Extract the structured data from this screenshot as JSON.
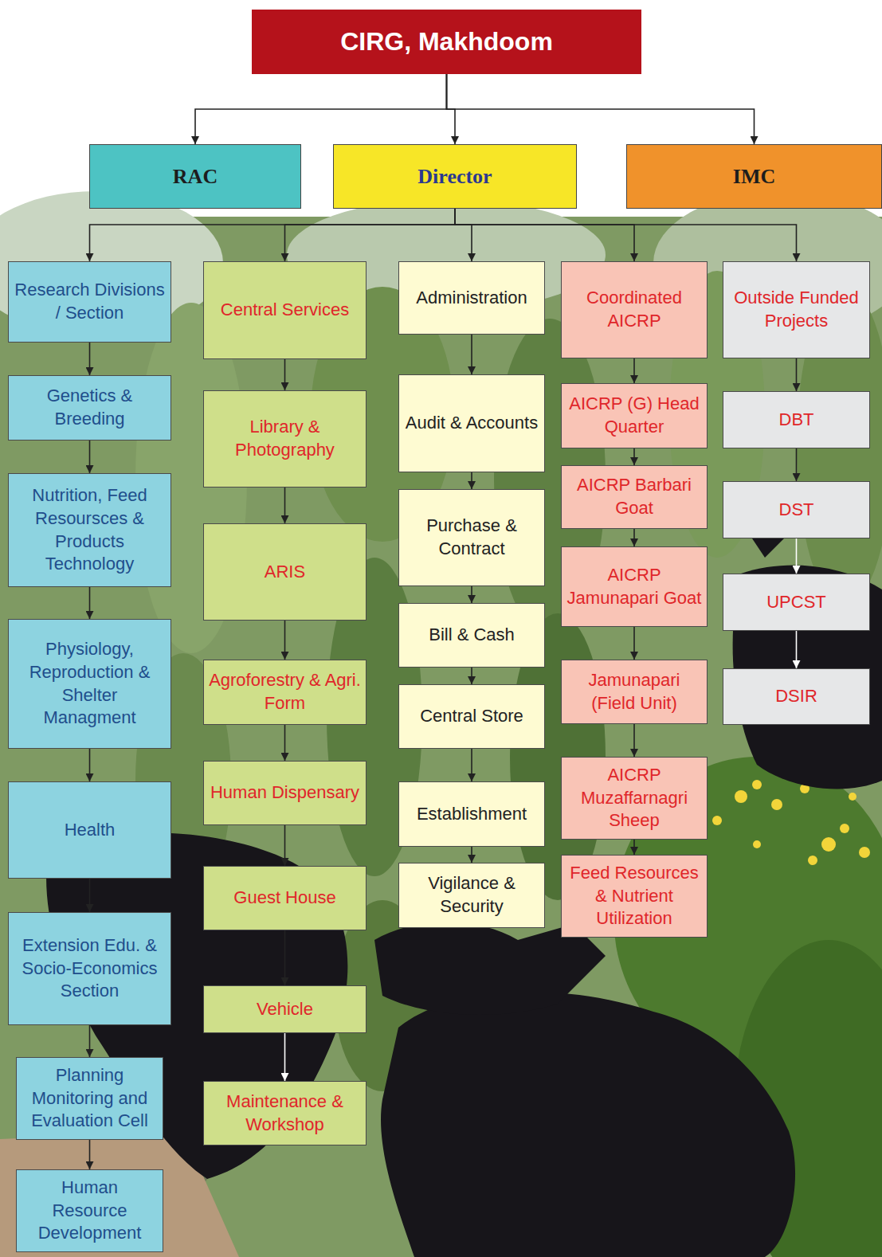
{
  "diagram": {
    "nodes": [
      {
        "text": [
          "CIRG, Makhdoom"
        ]
      },
      {
        "text": [
          "RAC"
        ]
      },
      {
        "text": [
          "Director"
        ]
      },
      {
        "text": [
          "IMC"
        ]
      },
      {
        "text": [
          "Research Divisions / Section"
        ]
      },
      {
        "text": [
          "Genetics & Breeding"
        ]
      },
      {
        "text": [
          "Nutrition, Feed Resoursces & Products Technology"
        ]
      },
      {
        "text": [
          "Physiology, Reproduction & Shelter Managment"
        ]
      },
      {
        "text": [
          "Health"
        ]
      },
      {
        "text": [
          "Extension Edu. & Socio-Economics Section"
        ]
      },
      {
        "text": [
          "Planning Monitoring and Evaluation Cell"
        ]
      },
      {
        "text": [
          "Human Resource Development"
        ]
      },
      {
        "text": [
          "Central Services"
        ]
      },
      {
        "text": [
          "Library & Photography"
        ]
      },
      {
        "text": [
          "ARIS"
        ]
      },
      {
        "text": [
          "Agroforestry & Agri. Form"
        ]
      },
      {
        "text": [
          "Human Dispensary"
        ]
      },
      {
        "text": [
          "Guest House"
        ]
      },
      {
        "text": [
          "Vehicle"
        ]
      },
      {
        "text": [
          "Maintenance & Workshop"
        ]
      },
      {
        "text": [
          "Administration"
        ]
      },
      {
        "text": [
          "Audit & Accounts"
        ]
      },
      {
        "text": [
          "Purchase & Contract"
        ]
      },
      {
        "text": [
          "Bill & Cash"
        ]
      },
      {
        "text": [
          "Central Store"
        ]
      },
      {
        "text": [
          "Establishment"
        ]
      },
      {
        "text": [
          "Vigilance & Security"
        ]
      },
      {
        "text": [
          "Coordinated AICRP"
        ]
      },
      {
        "text": [
          "AICRP (G) Head Quarter"
        ]
      },
      {
        "text": [
          "AICRP Barbari Goat"
        ]
      },
      {
        "text": [
          "AICRP Jamunapari Goat"
        ]
      },
      {
        "text": [
          "Jamunapari (Field Unit)"
        ]
      },
      {
        "text": [
          "AICRP Muzaffarnagri Sheep"
        ]
      },
      {
        "text": [
          "Feed Resources & Nutrient Utilization"
        ]
      },
      {
        "text": [
          "Outside Funded Projects"
        ]
      },
      {
        "text": [
          "DBT"
        ]
      },
      {
        "text": [
          "DST"
        ]
      },
      {
        "text": [
          "UPCST"
        ]
      },
      {
        "text": [
          "DSIR"
        ]
      }
    ],
    "edges": [
      {
        "from": 0,
        "to": 1,
        "arrow": "to"
      },
      {
        "from": 0,
        "to": 2,
        "arrow": "to"
      },
      {
        "from": 0,
        "to": 3,
        "arrow": "to"
      },
      {
        "from": 2,
        "to": 4,
        "arrow": "to"
      },
      {
        "from": 2,
        "to": 12,
        "arrow": "to"
      },
      {
        "from": 2,
        "to": 20,
        "arrow": "to"
      },
      {
        "from": 2,
        "to": 27,
        "arrow": "to"
      },
      {
        "from": 2,
        "to": 34,
        "arrow": "to"
      },
      {
        "from": 4,
        "to": 5,
        "arrow": "to"
      },
      {
        "from": 5,
        "to": 6,
        "arrow": "to"
      },
      {
        "from": 6,
        "to": 7,
        "arrow": "to"
      },
      {
        "from": 7,
        "to": 8,
        "arrow": "to"
      },
      {
        "from": 8,
        "to": 9,
        "arrow": "to"
      },
      {
        "from": 9,
        "to": 10,
        "arrow": "to"
      },
      {
        "from": 10,
        "to": 11,
        "arrow": "to"
      },
      {
        "from": 12,
        "to": 13,
        "arrow": "to"
      },
      {
        "from": 13,
        "to": 14,
        "arrow": "to"
      },
      {
        "from": 14,
        "to": 15,
        "arrow": "to"
      },
      {
        "from": 15,
        "to": 16,
        "arrow": "to"
      },
      {
        "from": 16,
        "to": 17,
        "arrow": "to"
      },
      {
        "from": 17,
        "to": 18,
        "arrow": "to"
      },
      {
        "from": 18,
        "to": 19,
        "arrow": "to"
      },
      {
        "from": 20,
        "to": 21,
        "arrow": "to"
      },
      {
        "from": 21,
        "to": 22,
        "arrow": "to"
      },
      {
        "from": 22,
        "to": 23,
        "arrow": "to"
      },
      {
        "from": 23,
        "to": 24,
        "arrow": "to"
      },
      {
        "from": 24,
        "to": 25,
        "arrow": "to"
      },
      {
        "from": 25,
        "to": 26,
        "arrow": "to"
      },
      {
        "from": 27,
        "to": 28,
        "arrow": "to"
      },
      {
        "from": 28,
        "to": 29,
        "arrow": "to"
      },
      {
        "from": 29,
        "to": 30,
        "arrow": "to"
      },
      {
        "from": 30,
        "to": 31,
        "arrow": "to"
      },
      {
        "from": 31,
        "to": 32,
        "arrow": "to"
      },
      {
        "from": 32,
        "to": 33,
        "arrow": "to"
      },
      {
        "from": 34,
        "to": 35,
        "arrow": "to"
      },
      {
        "from": 35,
        "to": 36,
        "arrow": "to"
      },
      {
        "from": 36,
        "to": 37,
        "arrow": "to"
      },
      {
        "from": 37,
        "to": 38,
        "arrow": "to"
      }
    ]
  }
}
